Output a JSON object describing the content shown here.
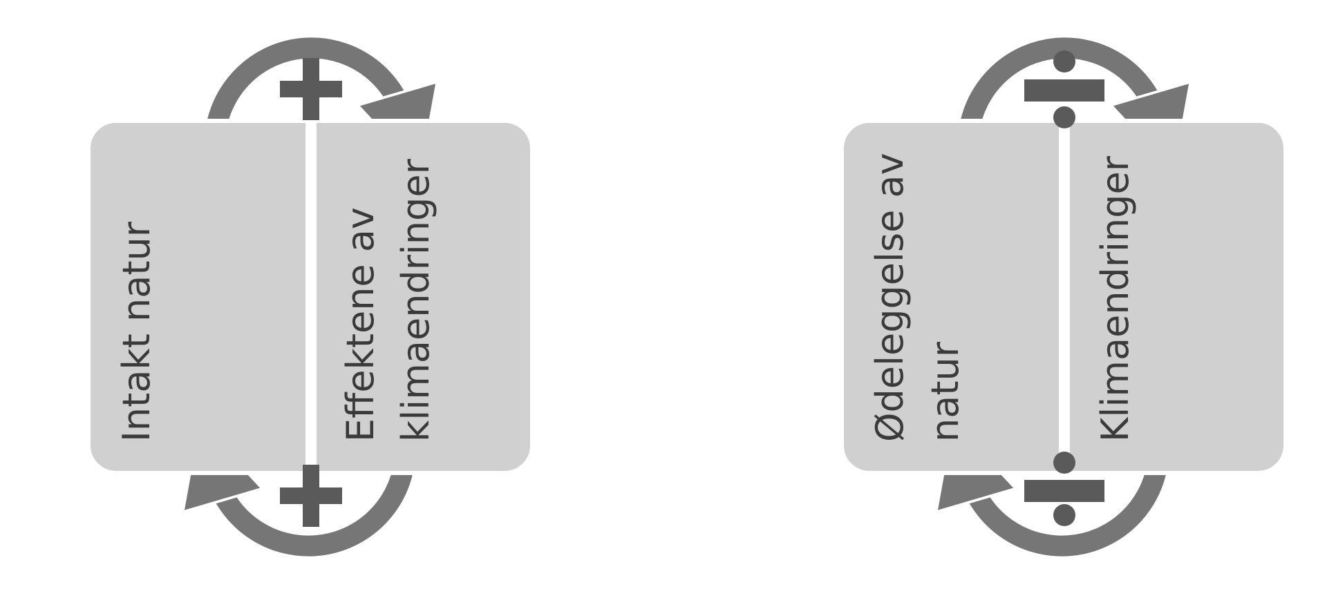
{
  "diagrams": [
    {
      "left_label": [
        "Intakt natur"
      ],
      "right_label": [
        "Effektene av",
        "klimaendringer"
      ],
      "top_symbol": "plus",
      "bottom_symbol": "plus"
    },
    {
      "left_label": [
        "Ødeleggelse av",
        "natur"
      ],
      "right_label": [
        "Klimaendringer"
      ],
      "top_symbol": "division",
      "bottom_symbol": "division"
    }
  ],
  "colors": {
    "panel": "#d0d0d0",
    "arrow": "#767676",
    "symbol": "#5a5a5a",
    "divider": "#ffffff",
    "text": "#3a3a3a"
  }
}
